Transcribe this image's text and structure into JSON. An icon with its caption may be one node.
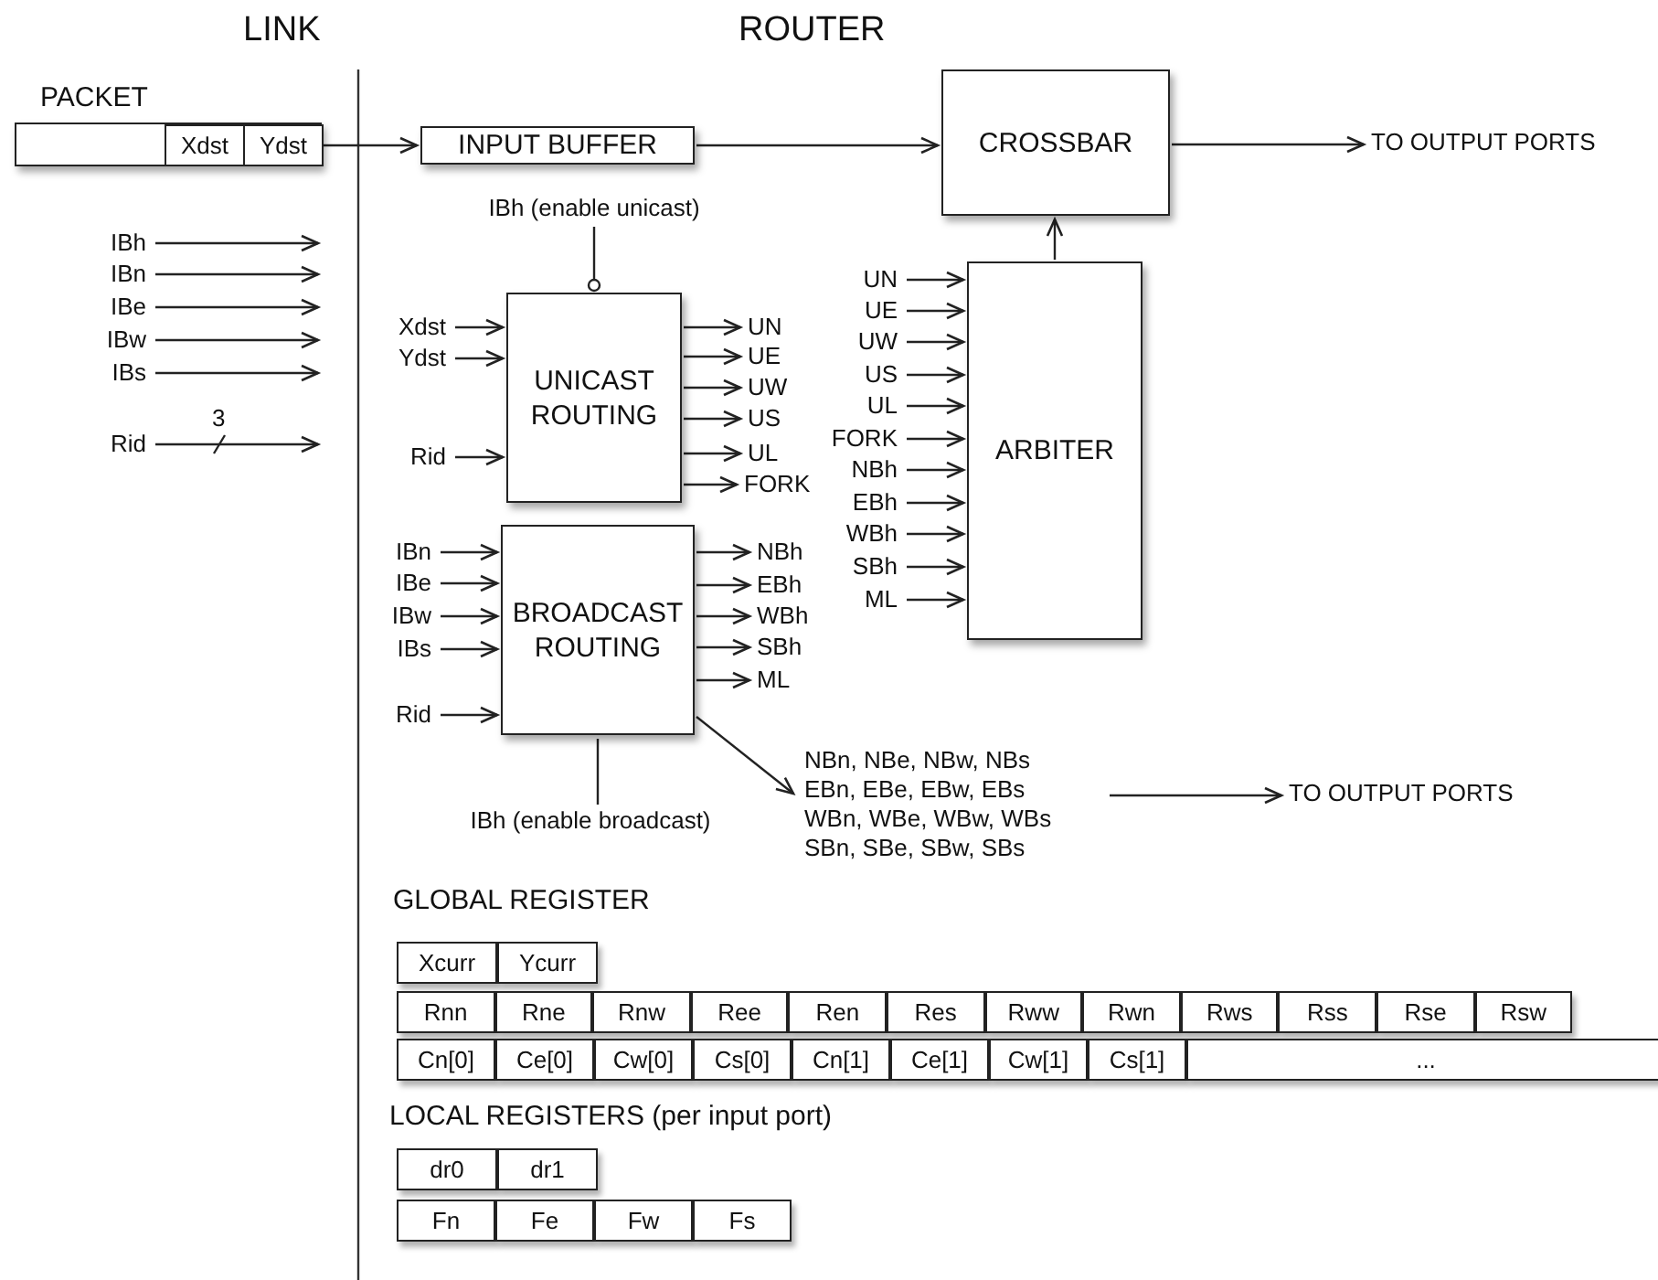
{
  "diagram": {
    "nodes": [
      {
        "text": [
          "PACKET"
        ]
      },
      {
        "text": [
          "Xdst"
        ],
        "in": 0
      },
      {
        "text": [
          "Ydst"
        ],
        "in": 0
      },
      {
        "text": [
          "INPUT BUFFER"
        ]
      },
      {
        "text": [
          "CROSSBAR"
        ]
      },
      {
        "text": [
          "TO OUTPUT PORTS"
        ]
      },
      {
        "text": [
          "IBh"
        ]
      },
      {
        "text": [
          "IBn"
        ]
      },
      {
        "text": [
          "IBe"
        ]
      },
      {
        "text": [
          "IBw"
        ]
      },
      {
        "text": [
          "IBs"
        ]
      },
      {
        "text": [
          "Rid"
        ]
      },
      {
        "text": [
          "IBh (enable unicast)"
        ]
      },
      {
        "text": [
          "Xdst"
        ]
      },
      {
        "text": [
          "Ydst"
        ]
      },
      {
        "text": [
          "Rid"
        ]
      },
      {
        "text": [
          "UNICAST ROUTING"
        ]
      },
      {
        "text": [
          "UN"
        ]
      },
      {
        "text": [
          "UE"
        ]
      },
      {
        "text": [
          "UW"
        ]
      },
      {
        "text": [
          "US"
        ]
      },
      {
        "text": [
          "UL"
        ]
      },
      {
        "text": [
          "FORK"
        ]
      },
      {
        "text": [
          "IBn"
        ]
      },
      {
        "text": [
          "IBe"
        ]
      },
      {
        "text": [
          "IBw"
        ]
      },
      {
        "text": [
          "IBs"
        ]
      },
      {
        "text": [
          "Rid"
        ]
      },
      {
        "text": [
          "BROADCAST ROUTING"
        ]
      },
      {
        "text": [
          "NBh"
        ]
      },
      {
        "text": [
          "EBh"
        ]
      },
      {
        "text": [
          "WBh"
        ]
      },
      {
        "text": [
          "SBh"
        ]
      },
      {
        "text": [
          "ML"
        ]
      },
      {
        "text": [
          "IBh (enable broadcast)"
        ]
      },
      {
        "text": [
          "NBn, NBe, NBw, NBs",
          "EBn, EBe, EBw, EBs",
          "WBn, WBe, WBw, WBs",
          "SBn, SBe, SBw, SBs"
        ]
      },
      {
        "text": [
          "TO OUTPUT PORTS"
        ]
      },
      {
        "text": [
          "UN"
        ]
      },
      {
        "text": [
          "UE"
        ]
      },
      {
        "text": [
          "UW"
        ]
      },
      {
        "text": [
          "US"
        ]
      },
      {
        "text": [
          "UL"
        ]
      },
      {
        "text": [
          "FORK"
        ]
      },
      {
        "text": [
          "NBh"
        ]
      },
      {
        "text": [
          "EBh"
        ]
      },
      {
        "text": [
          "WBh"
        ]
      },
      {
        "text": [
          "SBh"
        ]
      },
      {
        "text": [
          "ML"
        ]
      },
      {
        "text": [
          "ARBITER"
        ]
      }
    ],
    "edges": [
      {
        "from": 0,
        "to": 3,
        "arrow": "to"
      },
      {
        "from": 3,
        "to": 4,
        "arrow": "to"
      },
      {
        "from": 4,
        "to": 5,
        "arrow": "to"
      },
      {
        "from": 6,
        "to": null,
        "arrow": "to"
      },
      {
        "from": 7,
        "to": null,
        "arrow": "to"
      },
      {
        "from": 8,
        "to": null,
        "arrow": "to"
      },
      {
        "from": 9,
        "to": null,
        "arrow": "to"
      },
      {
        "from": 10,
        "to": null,
        "arrow": "to"
      },
      {
        "from": 11,
        "to": null,
        "arrow": "to",
        "label": "3"
      },
      {
        "from": 12,
        "to": 16,
        "arrow": "other"
      },
      {
        "from": 13,
        "to": 16,
        "arrow": "to"
      },
      {
        "from": 14,
        "to": 16,
        "arrow": "to"
      },
      {
        "from": 15,
        "to": 16,
        "arrow": "to"
      },
      {
        "from": 16,
        "to": 17,
        "arrow": "to"
      },
      {
        "from": 16,
        "to": 18,
        "arrow": "to"
      },
      {
        "from": 16,
        "to": 19,
        "arrow": "to"
      },
      {
        "from": 16,
        "to": 20,
        "arrow": "to"
      },
      {
        "from": 16,
        "to": 21,
        "arrow": "to"
      },
      {
        "from": 16,
        "to": 22,
        "arrow": "to"
      },
      {
        "from": 23,
        "to": 28,
        "arrow": "to"
      },
      {
        "from": 24,
        "to": 28,
        "arrow": "to"
      },
      {
        "from": 25,
        "to": 28,
        "arrow": "to"
      },
      {
        "from": 26,
        "to": 28,
        "arrow": "to"
      },
      {
        "from": 27,
        "to": 28,
        "arrow": "to"
      },
      {
        "from": 28,
        "to": 29,
        "arrow": "to"
      },
      {
        "from": 28,
        "to": 30,
        "arrow": "to"
      },
      {
        "from": 28,
        "to": 31,
        "arrow": "to"
      },
      {
        "from": 28,
        "to": 32,
        "arrow": "to"
      },
      {
        "from": 28,
        "to": 33,
        "arrow": "to"
      },
      {
        "from": 34,
        "to": 28,
        "arrow": "none"
      },
      {
        "from": 28,
        "to": 35,
        "arrow": "to"
      },
      {
        "from": 35,
        "to": 36,
        "arrow": "to"
      },
      {
        "from": 37,
        "to": 48,
        "arrow": "to"
      },
      {
        "from": 38,
        "to": 48,
        "arrow": "to"
      },
      {
        "from": 39,
        "to": 48,
        "arrow": "to"
      },
      {
        "from": 40,
        "to": 48,
        "arrow": "to"
      },
      {
        "from": 41,
        "to": 48,
        "arrow": "to"
      },
      {
        "from": 42,
        "to": 48,
        "arrow": "to"
      },
      {
        "from": 43,
        "to": 48,
        "arrow": "to"
      },
      {
        "from": 44,
        "to": 48,
        "arrow": "to"
      },
      {
        "from": 45,
        "to": 48,
        "arrow": "to"
      },
      {
        "from": 46,
        "to": 48,
        "arrow": "to"
      },
      {
        "from": 47,
        "to": 48,
        "arrow": "to"
      },
      {
        "from": 48,
        "to": 4,
        "arrow": "to"
      }
    ],
    "labels": [
      "LINK",
      "ROUTER",
      "GLOBAL REGISTER",
      "Xcurr",
      "Ycurr",
      "Rnn",
      "Rne",
      "Rnw",
      "Ree",
      "Ren",
      "Res",
      "Rww",
      "Rwn",
      "Rws",
      "Rss",
      "Rse",
      "Rsw",
      "Cn[0]",
      "Ce[0]",
      "Cw[0]",
      "Cs[0]",
      "Cn[1]",
      "Ce[1]",
      "Cw[1]",
      "Cs[1]",
      "...",
      "LOCAL REGISTERS (per input port)",
      "dr0",
      "dr1",
      "Fn",
      "Fe",
      "Fw",
      "Fs"
    ]
  }
}
